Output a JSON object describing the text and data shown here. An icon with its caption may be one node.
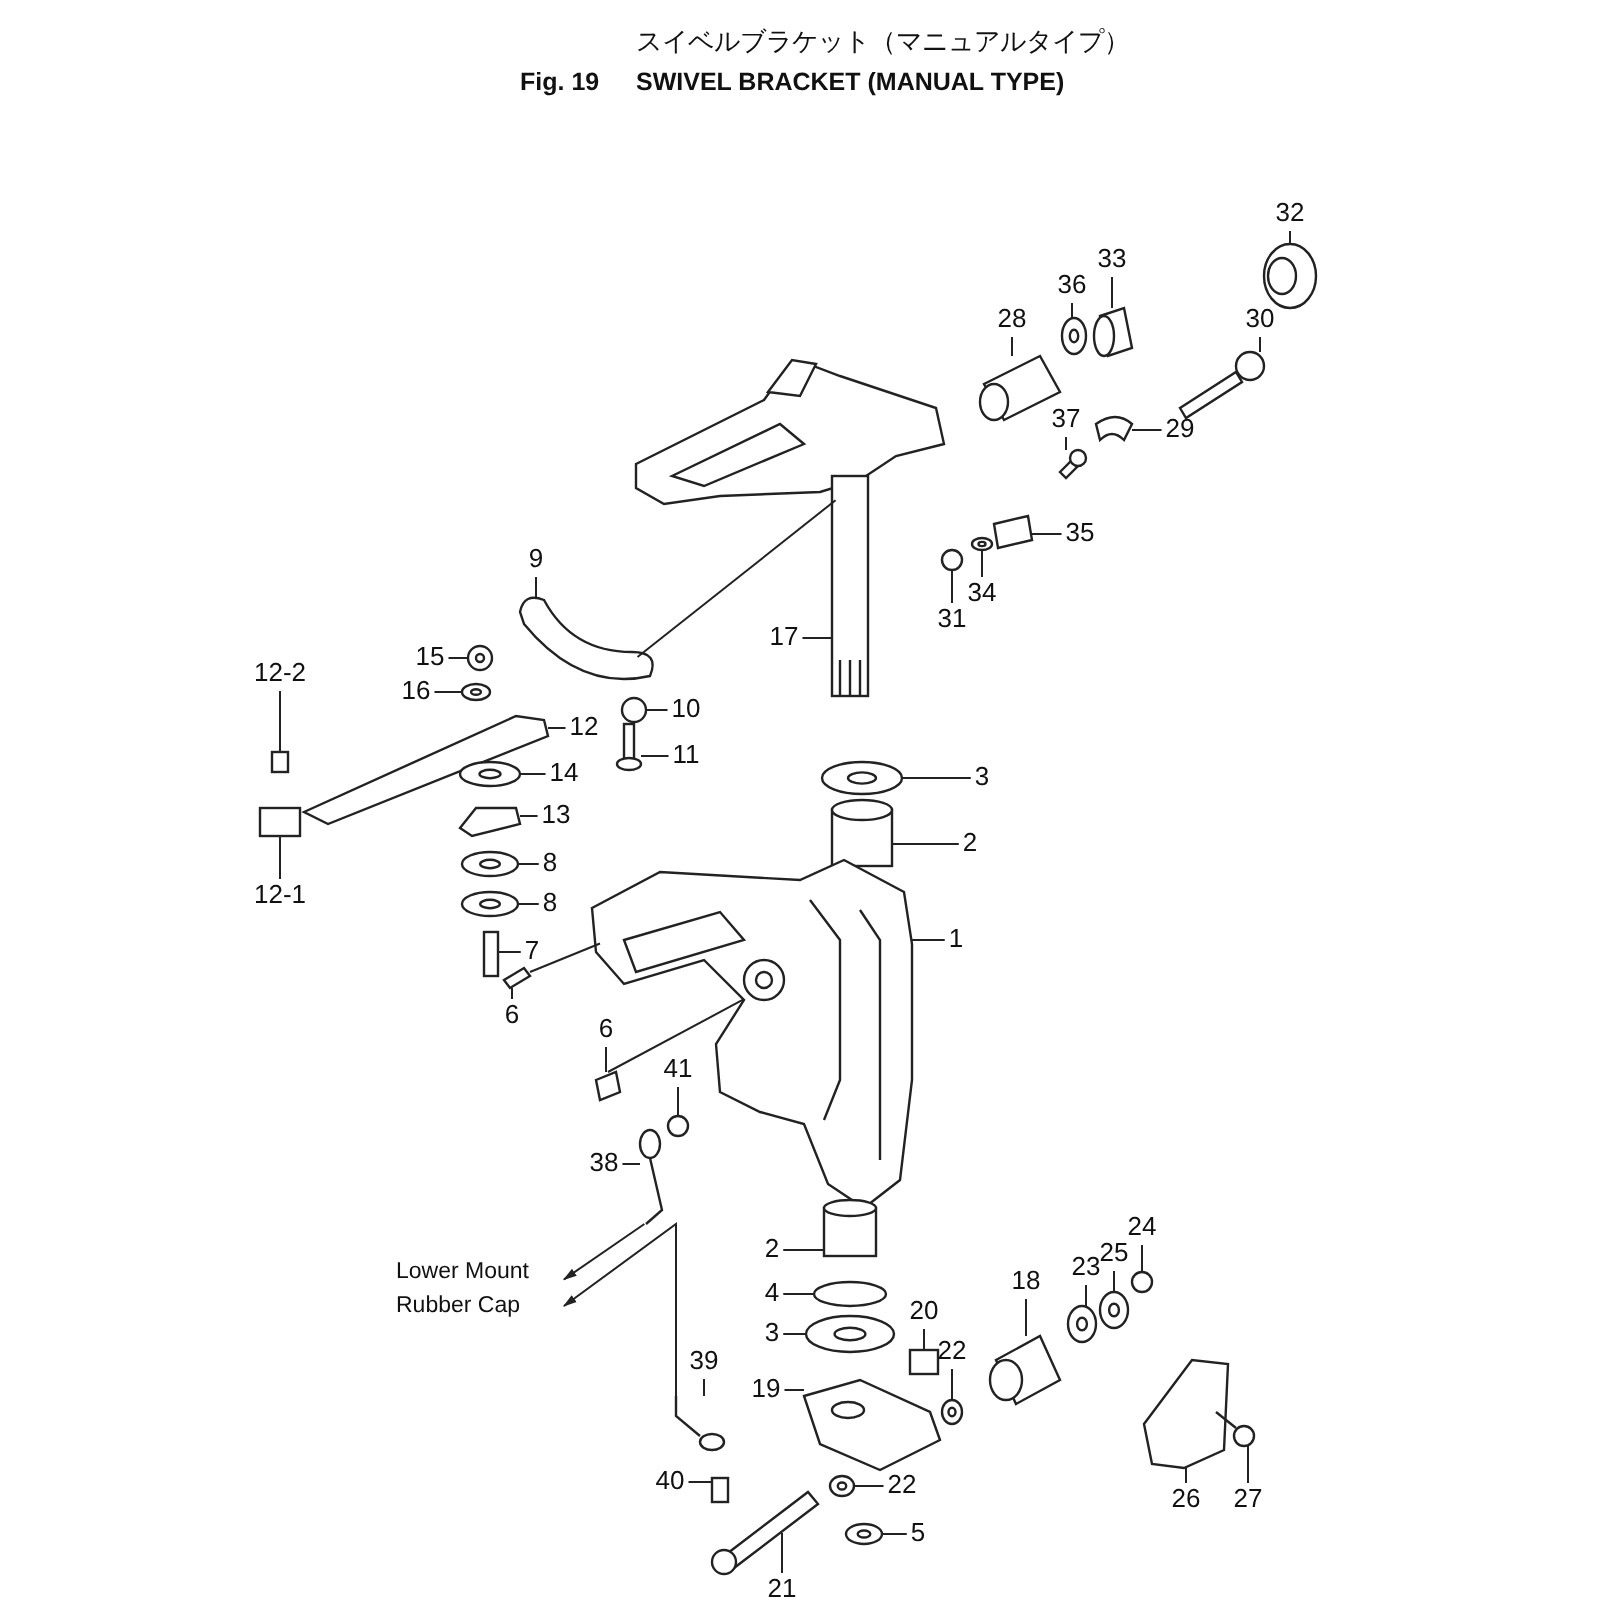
{
  "diagram": {
    "title": "スイベルブラケット（マニュアルタイプ）",
    "labels": [
      "Fig. 19",
      "SWIVEL BRACKET (MANUAL TYPE)"
    ],
    "nodes": [
      {
        "text": [
          "32"
        ]
      },
      {
        "text": [
          "33"
        ]
      },
      {
        "text": [
          "36"
        ]
      },
      {
        "text": [
          "30"
        ]
      },
      {
        "text": [
          "28"
        ]
      },
      {
        "text": [
          "37"
        ]
      },
      {
        "text": [
          "29"
        ]
      },
      {
        "text": [
          "35"
        ]
      },
      {
        "text": [
          "9"
        ]
      },
      {
        "text": [
          "34"
        ]
      },
      {
        "text": [
          "31"
        ]
      },
      {
        "text": [
          "17"
        ]
      },
      {
        "text": [
          "15"
        ]
      },
      {
        "text": [
          "12-2"
        ]
      },
      {
        "text": [
          "16"
        ]
      },
      {
        "text": [
          "10"
        ]
      },
      {
        "text": [
          "12"
        ]
      },
      {
        "text": [
          "11"
        ]
      },
      {
        "text": [
          "14"
        ]
      },
      {
        "text": [
          "3"
        ]
      },
      {
        "text": [
          "13"
        ]
      },
      {
        "text": [
          "2"
        ]
      },
      {
        "text": [
          "8"
        ]
      },
      {
        "text": [
          "12-1"
        ]
      },
      {
        "text": [
          "8"
        ]
      },
      {
        "text": [
          "1"
        ]
      },
      {
        "text": [
          "7"
        ]
      },
      {
        "text": [
          "6"
        ]
      },
      {
        "text": [
          "6"
        ]
      },
      {
        "text": [
          "41"
        ]
      },
      {
        "text": [
          "38"
        ]
      },
      {
        "text": [
          "24"
        ]
      },
      {
        "text": [
          "2"
        ]
      },
      {
        "text": [
          "25"
        ]
      },
      {
        "text": [
          "23"
        ]
      },
      {
        "text": [
          "Lower Mount Rubber Cap"
        ]
      },
      {
        "text": [
          "18"
        ]
      },
      {
        "text": [
          "4"
        ]
      },
      {
        "text": [
          "20"
        ]
      },
      {
        "text": [
          "3"
        ]
      },
      {
        "text": [
          "22"
        ]
      },
      {
        "text": [
          "39"
        ]
      },
      {
        "text": [
          "19"
        ]
      },
      {
        "text": [
          "40"
        ]
      },
      {
        "text": [
          "22"
        ]
      },
      {
        "text": [
          "26"
        ]
      },
      {
        "text": [
          "27"
        ]
      },
      {
        "text": [
          "5"
        ]
      },
      {
        "text": [
          "21"
        ]
      },
      {
        "text": [],
        "shape": "picture"
      },
      {
        "text": [],
        "shape": "picture"
      },
      {
        "text": [],
        "shape": "picture"
      },
      {
        "text": [],
        "shape": "picture"
      },
      {
        "text": [],
        "shape": "picture"
      },
      {
        "text": [],
        "shape": "picture"
      },
      {
        "text": [],
        "shape": "picture"
      },
      {
        "text": [],
        "shape": "picture"
      },
      {
        "text": [],
        "shape": "picture"
      },
      {
        "text": [],
        "shape": "picture"
      },
      {
        "text": [],
        "shape": "circle"
      },
      {
        "text": [],
        "shape": "picture"
      },
      {
        "text": [],
        "shape": "picture"
      },
      {
        "text": [],
        "shape": "box"
      },
      {
        "text": [],
        "shape": "picture"
      },
      {
        "text": [],
        "shape": "circle"
      },
      {
        "text": [],
        "shape": "picture"
      },
      {
        "text": [],
        "shape": "picture"
      },
      {
        "text": [],
        "shape": "picture"
      },
      {
        "text": [],
        "shape": "picture"
      },
      {
        "text": [],
        "shape": "picture"
      },
      {
        "text": [],
        "shape": "picture"
      },
      {
        "text": [],
        "shape": "picture"
      },
      {
        "text": [],
        "shape": "box"
      },
      {
        "text": [],
        "shape": "picture"
      },
      {
        "text": [],
        "shape": "picture"
      },
      {
        "text": [],
        "shape": "box"
      },
      {
        "text": [],
        "shape": "picture"
      },
      {
        "text": [],
        "shape": "picture"
      },
      {
        "text": [],
        "shape": "circle"
      },
      {
        "text": [],
        "shape": "picture"
      },
      {
        "text": [],
        "shape": "circle"
      },
      {
        "text": [],
        "shape": "cylinder"
      },
      {
        "text": [],
        "shape": "picture"
      },
      {
        "text": [],
        "shape": "picture"
      },
      {
        "text": [],
        "shape": "picture"
      },
      {
        "text": [],
        "shape": "circle"
      },
      {
        "text": [],
        "shape": "box"
      },
      {
        "text": [],
        "shape": "picture"
      },
      {
        "text": [],
        "shape": "picture"
      },
      {
        "text": [],
        "shape": "picture"
      },
      {
        "text": [],
        "shape": "picture"
      },
      {
        "text": [],
        "shape": "box"
      },
      {
        "text": [],
        "shape": "picture"
      },
      {
        "text": [],
        "shape": "picture"
      },
      {
        "text": [],
        "shape": "picture"
      },
      {
        "text": [],
        "shape": "picture"
      },
      {
        "text": [],
        "shape": "picture"
      }
    ],
    "edges": [
      {
        "from": 0,
        "to": 49,
        "arrow": "none"
      },
      {
        "from": 1,
        "to": 50,
        "arrow": "none"
      },
      {
        "from": 2,
        "to": 51,
        "arrow": "none"
      },
      {
        "from": 3,
        "to": 52,
        "arrow": "none"
      },
      {
        "from": 4,
        "to": 53,
        "arrow": "none"
      },
      {
        "from": 5,
        "to": 54,
        "arrow": "none"
      },
      {
        "from": 6,
        "to": 55,
        "arrow": "none"
      },
      {
        "from": 7,
        "to": 56,
        "arrow": "none"
      },
      {
        "from": 8,
        "to": 57,
        "arrow": "none"
      },
      {
        "from": 9,
        "to": 58,
        "arrow": "none"
      },
      {
        "from": 10,
        "to": 59,
        "arrow": "none"
      },
      {
        "from": 11,
        "to": 60,
        "arrow": "none"
      },
      {
        "from": 12,
        "to": 61,
        "arrow": "none"
      },
      {
        "from": 13,
        "to": 62,
        "arrow": "none"
      },
      {
        "from": 14,
        "to": 63,
        "arrow": "none"
      },
      {
        "from": 15,
        "to": 64,
        "arrow": "none"
      },
      {
        "from": 16,
        "to": 65,
        "arrow": "none"
      },
      {
        "from": 17,
        "to": 66,
        "arrow": "none"
      },
      {
        "from": 18,
        "to": 67,
        "arrow": "none"
      },
      {
        "from": 19,
        "to": 68,
        "arrow": "none"
      },
      {
        "from": 20,
        "to": 69,
        "arrow": "none"
      },
      {
        "from": 21,
        "to": 70,
        "arrow": "none"
      },
      {
        "from": 22,
        "to": 71,
        "arrow": "none"
      },
      {
        "from": 23,
        "to": 72,
        "arrow": "none"
      },
      {
        "from": 24,
        "to": 73,
        "arrow": "none"
      },
      {
        "from": 25,
        "to": 74,
        "arrow": "none"
      },
      {
        "from": 26,
        "to": 75,
        "arrow": "none"
      },
      {
        "from": 27,
        "to": 76,
        "arrow": "none"
      },
      {
        "from": 28,
        "to": 77,
        "arrow": "none"
      },
      {
        "from": 29,
        "to": 78,
        "arrow": "none"
      },
      {
        "from": 30,
        "to": 79,
        "arrow": "none"
      },
      {
        "from": 31,
        "to": 80,
        "arrow": "none"
      },
      {
        "from": 32,
        "to": 81,
        "arrow": "none"
      },
      {
        "from": 33,
        "to": 82,
        "arrow": "none"
      },
      {
        "from": 34,
        "to": 83,
        "arrow": "none"
      },
      {
        "from": 79,
        "to": 35,
        "arrow": "to"
      },
      {
        "from": 89,
        "to": 35,
        "arrow": "to"
      },
      {
        "from": 36,
        "to": 84,
        "arrow": "none"
      },
      {
        "from": 37,
        "to": 85,
        "arrow": "none"
      },
      {
        "from": 38,
        "to": 86,
        "arrow": "none"
      },
      {
        "from": 39,
        "to": 87,
        "arrow": "none"
      },
      {
        "from": 40,
        "to": 88,
        "arrow": "none"
      },
      {
        "from": 41,
        "to": 89,
        "arrow": "none"
      },
      {
        "from": 42,
        "to": 90,
        "arrow": "none"
      },
      {
        "from": 43,
        "to": 91,
        "arrow": "none"
      },
      {
        "from": 44,
        "to": 92,
        "arrow": "none"
      },
      {
        "from": 45,
        "to": 93,
        "arrow": "none"
      },
      {
        "from": 46,
        "to": 94,
        "arrow": "none"
      },
      {
        "from": 47,
        "to": 95,
        "arrow": "none"
      },
      {
        "from": 48,
        "to": 96,
        "arrow": "none"
      },
      {
        "from": 76,
        "to": 74,
        "arrow": "none"
      },
      {
        "from": 77,
        "to": 74,
        "arrow": "none"
      },
      {
        "from": 57,
        "to": 60,
        "arrow": "none"
      }
    ]
  }
}
